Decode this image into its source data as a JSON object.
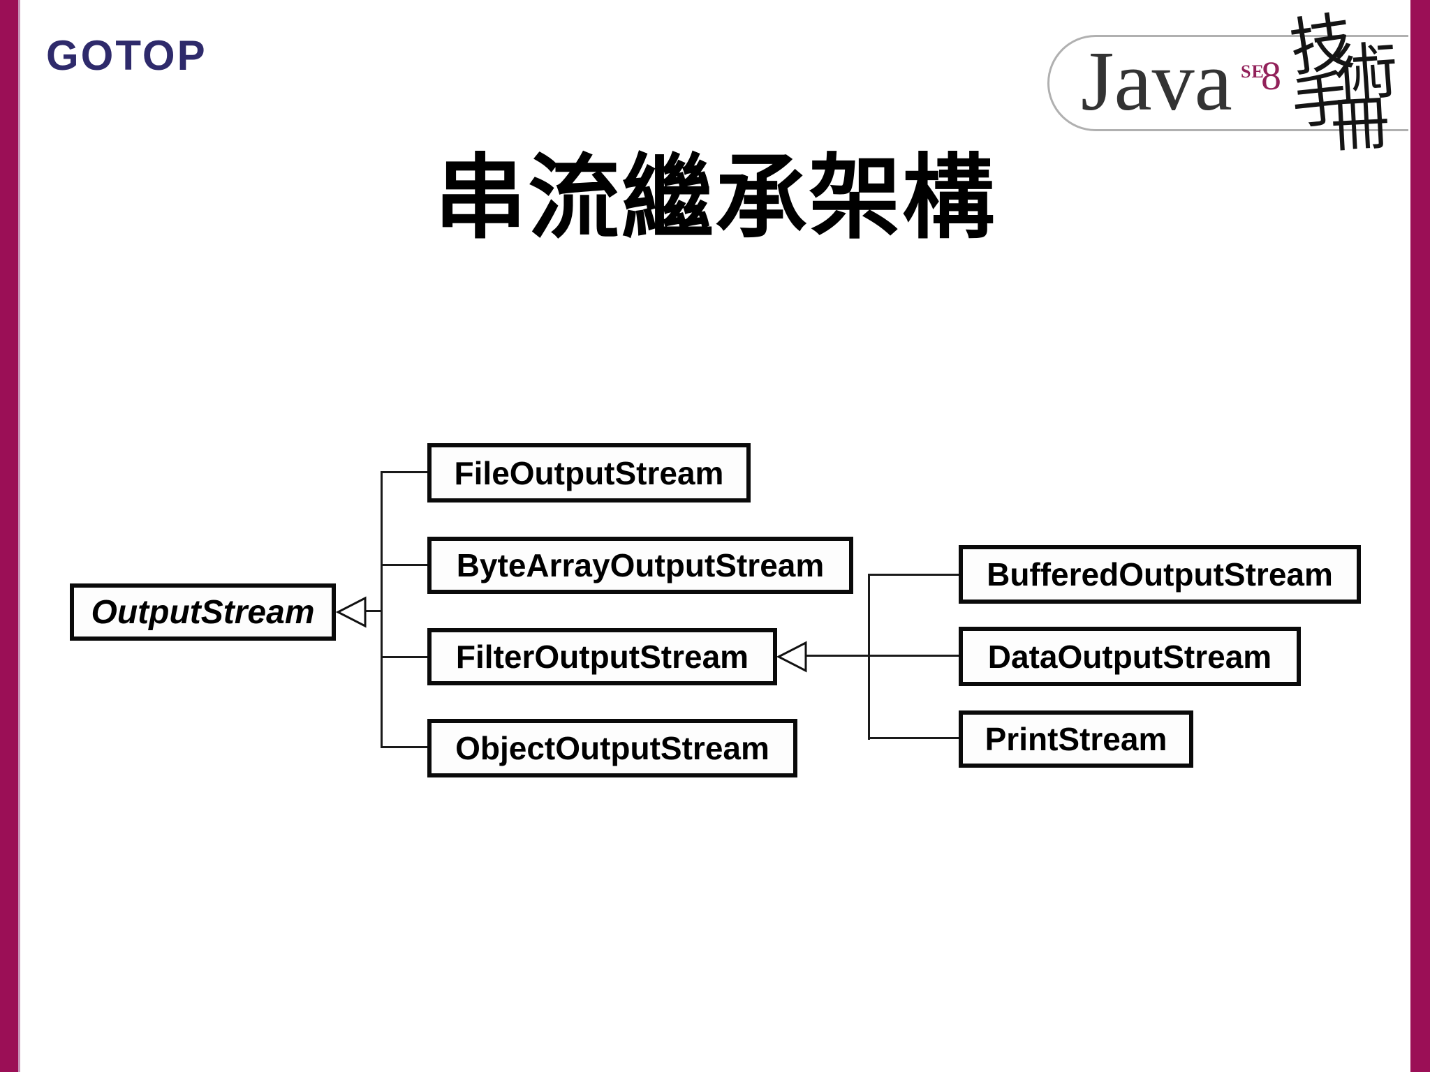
{
  "slide": {
    "title": "串流繼承架構",
    "background": "#ffffff",
    "accent_color": "#9b0f56"
  },
  "branding": {
    "publisher": "GOTOP",
    "publisher_color": "#2e2a6b",
    "book": {
      "name": "Java",
      "edition_label": "SE",
      "edition_number": "8",
      "edition_color": "#92215a",
      "calligraphy": [
        "技",
        "術",
        "手",
        "冊"
      ],
      "calligraphy_text": "技術手冊"
    }
  },
  "diagram": {
    "root": "OutputStream",
    "nodes": [
      {
        "label": "OutputStream",
        "abstract": true
      },
      {
        "label": "FileOutputStream"
      },
      {
        "label": "ByteArrayOutputStream"
      },
      {
        "label": "FilterOutputStream"
      },
      {
        "label": "ObjectOutputStream"
      },
      {
        "label": "BufferedOutputStream"
      },
      {
        "label": "DataOutputStream"
      },
      {
        "label": "PrintStream"
      }
    ],
    "edges": [
      {
        "from": "FileOutputStream",
        "to": "OutputStream",
        "type": "inheritance"
      },
      {
        "from": "ByteArrayOutputStream",
        "to": "OutputStream",
        "type": "inheritance"
      },
      {
        "from": "FilterOutputStream",
        "to": "OutputStream",
        "type": "inheritance"
      },
      {
        "from": "ObjectOutputStream",
        "to": "OutputStream",
        "type": "inheritance"
      },
      {
        "from": "BufferedOutputStream",
        "to": "FilterOutputStream",
        "type": "inheritance"
      },
      {
        "from": "DataOutputStream",
        "to": "FilterOutputStream",
        "type": "inheritance"
      },
      {
        "from": "PrintStream",
        "to": "FilterOutputStream",
        "type": "inheritance"
      }
    ]
  }
}
